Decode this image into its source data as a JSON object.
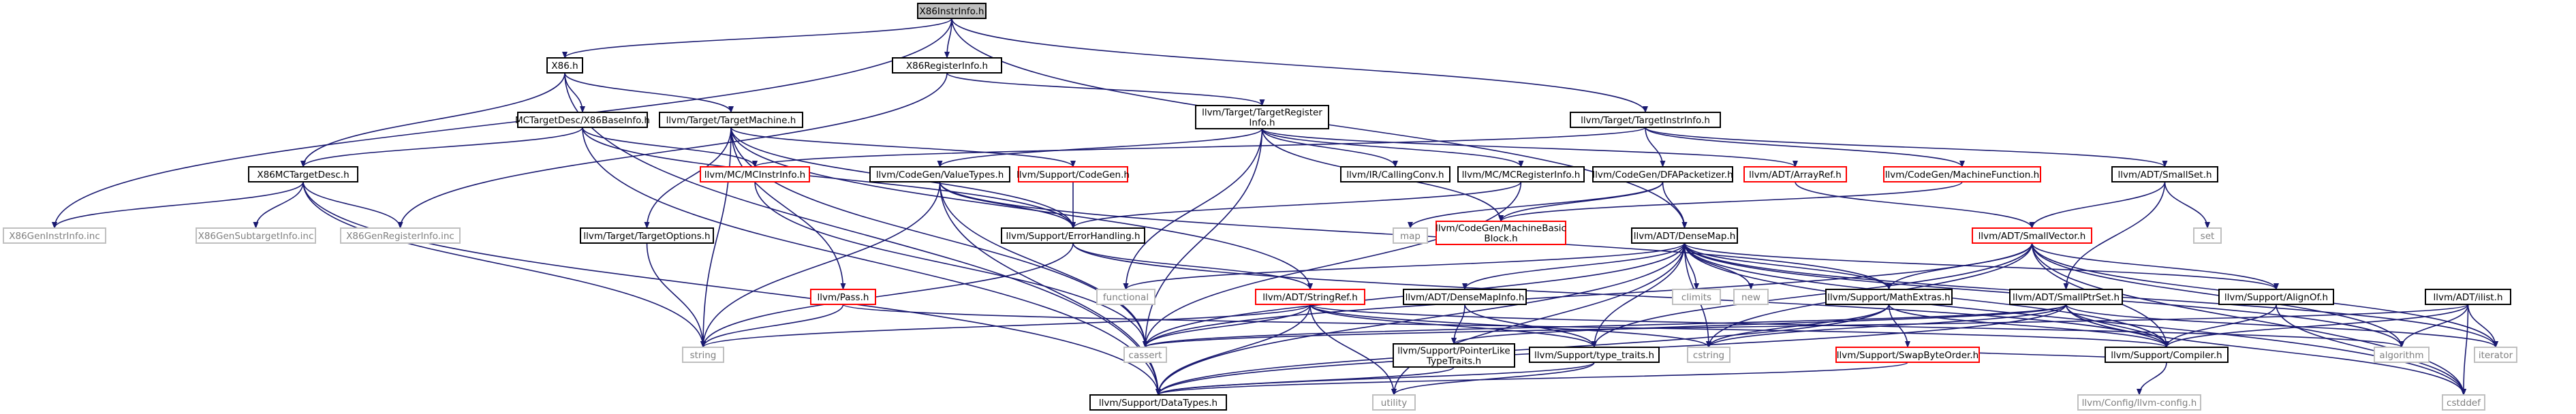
{
  "colors": {
    "edge": "#191970",
    "node_border": "#000000",
    "missing_border": "#bfbfbf",
    "missing_text": "#7f7f7f",
    "undoc_border": "#ff0000",
    "root_fill": "#bfbfbf",
    "text": "#000000"
  },
  "nodes": [
    {
      "id": "root",
      "label": "X86InstrInfo.h",
      "kind": "root"
    },
    {
      "id": "x86h",
      "label": "X86.h",
      "kind": "normal"
    },
    {
      "id": "x86reg",
      "label": "X86RegisterInfo.h",
      "kind": "normal"
    },
    {
      "id": "mctdx86",
      "label": "MCTargetDesc/X86BaseInfo.h",
      "kind": "normal"
    },
    {
      "id": "tm",
      "label": "llvm/Target/TargetMachine.h",
      "kind": "normal"
    },
    {
      "id": "tri",
      "label": [
        "llvm/Target/TargetRegister",
        "Info.h"
      ],
      "kind": "normal"
    },
    {
      "id": "tii",
      "label": "llvm/Target/TargetInstrInfo.h",
      "kind": "normal"
    },
    {
      "id": "x86mctd",
      "label": "X86MCTargetDesc.h",
      "kind": "normal"
    },
    {
      "id": "mcinstr",
      "label": "llvm/MC/MCInstrInfo.h",
      "kind": "undoc"
    },
    {
      "id": "codegen",
      "label": "llvm/Support/CodeGen.h",
      "kind": "undoc"
    },
    {
      "id": "valuetypes",
      "label": "llvm/CodeGen/ValueTypes.h",
      "kind": "normal"
    },
    {
      "id": "callconv",
      "label": "llvm/IR/CallingConv.h",
      "kind": "normal"
    },
    {
      "id": "mcreg",
      "label": "llvm/MC/MCRegisterInfo.h",
      "kind": "normal"
    },
    {
      "id": "arrayref",
      "label": "llvm/ADT/ArrayRef.h",
      "kind": "undoc"
    },
    {
      "id": "dfap",
      "label": "llvm/CodeGen/DFAPacketizer.h",
      "kind": "normal"
    },
    {
      "id": "mf",
      "label": "llvm/CodeGen/MachineFunction.h",
      "kind": "undoc"
    },
    {
      "id": "smallset",
      "label": "llvm/ADT/SmallSet.h",
      "kind": "normal"
    },
    {
      "id": "geninstr",
      "label": "X86GenInstrInfo.inc",
      "kind": "missing"
    },
    {
      "id": "gensubtarget",
      "label": "X86GenSubtargetInfo.inc",
      "kind": "missing"
    },
    {
      "id": "genreg",
      "label": "X86GenRegisterInfo.inc",
      "kind": "missing"
    },
    {
      "id": "targetopts",
      "label": "llvm/Target/TargetOptions.h",
      "kind": "normal"
    },
    {
      "id": "errorhandling",
      "label": "llvm/Support/ErrorHandling.h",
      "kind": "normal"
    },
    {
      "id": "map",
      "label": "map",
      "kind": "missing"
    },
    {
      "id": "mbb",
      "label": [
        "llvm/CodeGen/MachineBasic",
        "Block.h"
      ],
      "kind": "undoc"
    },
    {
      "id": "densemap",
      "label": "llvm/ADT/DenseMap.h",
      "kind": "normal"
    },
    {
      "id": "smallvector",
      "label": "llvm/ADT/SmallVector.h",
      "kind": "undoc"
    },
    {
      "id": "set",
      "label": "set",
      "kind": "missing"
    },
    {
      "id": "pass",
      "label": "llvm/Pass.h",
      "kind": "undoc"
    },
    {
      "id": "functional",
      "label": "functional",
      "kind": "missing"
    },
    {
      "id": "stringref",
      "label": "llvm/ADT/StringRef.h",
      "kind": "undoc"
    },
    {
      "id": "densemapinfo",
      "label": "llvm/ADT/DenseMapInfo.h",
      "kind": "normal"
    },
    {
      "id": "climits",
      "label": "climits",
      "kind": "missing"
    },
    {
      "id": "new",
      "label": "new",
      "kind": "missing"
    },
    {
      "id": "mathextras",
      "label": "llvm/Support/MathExtras.h",
      "kind": "normal"
    },
    {
      "id": "smallptrset",
      "label": "llvm/ADT/SmallPtrSet.h",
      "kind": "normal"
    },
    {
      "id": "alignof",
      "label": "llvm/Support/AlignOf.h",
      "kind": "normal"
    },
    {
      "id": "ilist",
      "label": "llvm/ADT/ilist.h",
      "kind": "normal"
    },
    {
      "id": "string",
      "label": "string",
      "kind": "missing"
    },
    {
      "id": "cassert",
      "label": "cassert",
      "kind": "missing"
    },
    {
      "id": "ptrlike",
      "label": [
        "llvm/Support/PointerLike",
        "TypeTraits.h"
      ],
      "kind": "normal"
    },
    {
      "id": "typetraits",
      "label": "llvm/Support/type_traits.h",
      "kind": "normal"
    },
    {
      "id": "cstring",
      "label": "cstring",
      "kind": "missing"
    },
    {
      "id": "swapbyte",
      "label": "llvm/Support/SwapByteOrder.h",
      "kind": "undoc"
    },
    {
      "id": "compiler",
      "label": "llvm/Support/Compiler.h",
      "kind": "normal"
    },
    {
      "id": "algorithm",
      "label": "algorithm",
      "kind": "missing"
    },
    {
      "id": "iterator",
      "label": "iterator",
      "kind": "missing"
    },
    {
      "id": "utility",
      "label": "utility",
      "kind": "missing"
    },
    {
      "id": "datatypes",
      "label": "llvm/Support/DataTypes.h",
      "kind": "normal"
    },
    {
      "id": "cstddef",
      "label": "cstddef",
      "kind": "missing"
    },
    {
      "id": "llvmconfig",
      "label": "llvm/Config/llvm-config.h",
      "kind": "missing"
    }
  ],
  "edges": [
    [
      "root",
      "x86h"
    ],
    [
      "root",
      "x86reg"
    ],
    [
      "root",
      "tii"
    ],
    [
      "root",
      "densemap"
    ],
    [
      "root",
      "geninstr"
    ],
    [
      "x86h",
      "mctdx86"
    ],
    [
      "x86h",
      "tm"
    ],
    [
      "x86h",
      "x86mctd"
    ],
    [
      "x86h",
      "datatypes"
    ],
    [
      "x86reg",
      "tri"
    ],
    [
      "x86reg",
      "genreg"
    ],
    [
      "mctdx86",
      "x86mctd"
    ],
    [
      "mctdx86",
      "mcinstr"
    ],
    [
      "mctdx86",
      "errorhandling"
    ],
    [
      "mctdx86",
      "datatypes"
    ],
    [
      "tm",
      "codegen"
    ],
    [
      "tm",
      "targetopts"
    ],
    [
      "tm",
      "pass"
    ],
    [
      "tm",
      "stringref"
    ],
    [
      "tm",
      "cassert"
    ],
    [
      "tm",
      "string"
    ],
    [
      "tm",
      "errorhandling"
    ],
    [
      "tri",
      "valuetypes"
    ],
    [
      "tri",
      "callconv"
    ],
    [
      "tri",
      "mcreg"
    ],
    [
      "tri",
      "arrayref"
    ],
    [
      "tri",
      "mbb"
    ],
    [
      "tri",
      "functional"
    ],
    [
      "tri",
      "cassert"
    ],
    [
      "tii",
      "mcinstr"
    ],
    [
      "tii",
      "dfap"
    ],
    [
      "tii",
      "mf"
    ],
    [
      "tii",
      "smallset"
    ],
    [
      "x86mctd",
      "geninstr"
    ],
    [
      "x86mctd",
      "gensubtarget"
    ],
    [
      "x86mctd",
      "genreg"
    ],
    [
      "x86mctd",
      "string"
    ],
    [
      "x86mctd",
      "datatypes"
    ],
    [
      "mcinstr",
      "cassert"
    ],
    [
      "codegen",
      "errorhandling"
    ],
    [
      "valuetypes",
      "errorhandling"
    ],
    [
      "valuetypes",
      "mathextras"
    ],
    [
      "valuetypes",
      "cassert"
    ],
    [
      "valuetypes",
      "string"
    ],
    [
      "valuetypes",
      "datatypes"
    ],
    [
      "mcreg",
      "errorhandling"
    ],
    [
      "mcreg",
      "cassert"
    ],
    [
      "arrayref",
      "smallvector"
    ],
    [
      "dfap",
      "map"
    ],
    [
      "dfap",
      "mbb"
    ],
    [
      "dfap",
      "densemap"
    ],
    [
      "mf",
      "mbb"
    ],
    [
      "smallset",
      "smallptrset"
    ],
    [
      "smallset",
      "smallvector"
    ],
    [
      "smallset",
      "set"
    ],
    [
      "targetopts",
      "string"
    ],
    [
      "errorhandling",
      "stringref"
    ],
    [
      "errorhandling",
      "string"
    ],
    [
      "errorhandling",
      "compiler"
    ],
    [
      "densemap",
      "functional"
    ],
    [
      "densemap",
      "densemapinfo"
    ],
    [
      "densemap",
      "climits"
    ],
    [
      "densemap",
      "new"
    ],
    [
      "densemap",
      "mathextras"
    ],
    [
      "densemap",
      "alignof"
    ],
    [
      "densemap",
      "typetraits"
    ],
    [
      "densemap",
      "cstring"
    ],
    [
      "densemap",
      "compiler"
    ],
    [
      "densemap",
      "algorithm"
    ],
    [
      "densemap",
      "iterator"
    ],
    [
      "densemap",
      "utility"
    ],
    [
      "densemap",
      "cassert"
    ],
    [
      "densemap",
      "cstddef"
    ],
    [
      "densemap",
      "datatypes"
    ],
    [
      "smallvector",
      "mathextras"
    ],
    [
      "smallvector",
      "alignof"
    ],
    [
      "smallvector",
      "typetraits"
    ],
    [
      "smallvector",
      "compiler"
    ],
    [
      "smallvector",
      "algorithm"
    ],
    [
      "smallvector",
      "iterator"
    ],
    [
      "smallvector",
      "cstring"
    ],
    [
      "smallvector",
      "cassert"
    ],
    [
      "smallvector",
      "cstddef"
    ],
    [
      "pass",
      "string"
    ],
    [
      "pass",
      "compiler"
    ],
    [
      "stringref",
      "typetraits"
    ],
    [
      "stringref",
      "algorithm"
    ],
    [
      "stringref",
      "cstring"
    ],
    [
      "stringref",
      "string"
    ],
    [
      "stringref",
      "utility"
    ],
    [
      "stringref",
      "cassert"
    ],
    [
      "stringref",
      "datatypes"
    ],
    [
      "densemapinfo",
      "ptrlike"
    ],
    [
      "densemapinfo",
      "typetraits"
    ],
    [
      "mathextras",
      "swapbyte"
    ],
    [
      "mathextras",
      "compiler"
    ],
    [
      "mathextras",
      "cstring"
    ],
    [
      "mathextras",
      "datatypes"
    ],
    [
      "smallptrset",
      "ptrlike"
    ],
    [
      "smallptrset",
      "compiler"
    ],
    [
      "smallptrset",
      "cstring"
    ],
    [
      "smallptrset",
      "iterator"
    ],
    [
      "smallptrset",
      "cassert"
    ],
    [
      "smallptrset",
      "cstddef"
    ],
    [
      "smallptrset",
      "datatypes"
    ],
    [
      "alignof",
      "compiler"
    ],
    [
      "alignof",
      "cstddef"
    ],
    [
      "ilist",
      "compiler"
    ],
    [
      "ilist",
      "algorithm"
    ],
    [
      "ilist",
      "iterator"
    ],
    [
      "ilist",
      "cassert"
    ],
    [
      "ilist",
      "cstddef"
    ],
    [
      "ptrlike",
      "datatypes"
    ],
    [
      "typetraits",
      "utility"
    ],
    [
      "typetraits",
      "datatypes"
    ],
    [
      "swapbyte",
      "compiler"
    ],
    [
      "swapbyte",
      "datatypes"
    ],
    [
      "compiler",
      "llvmconfig"
    ]
  ]
}
